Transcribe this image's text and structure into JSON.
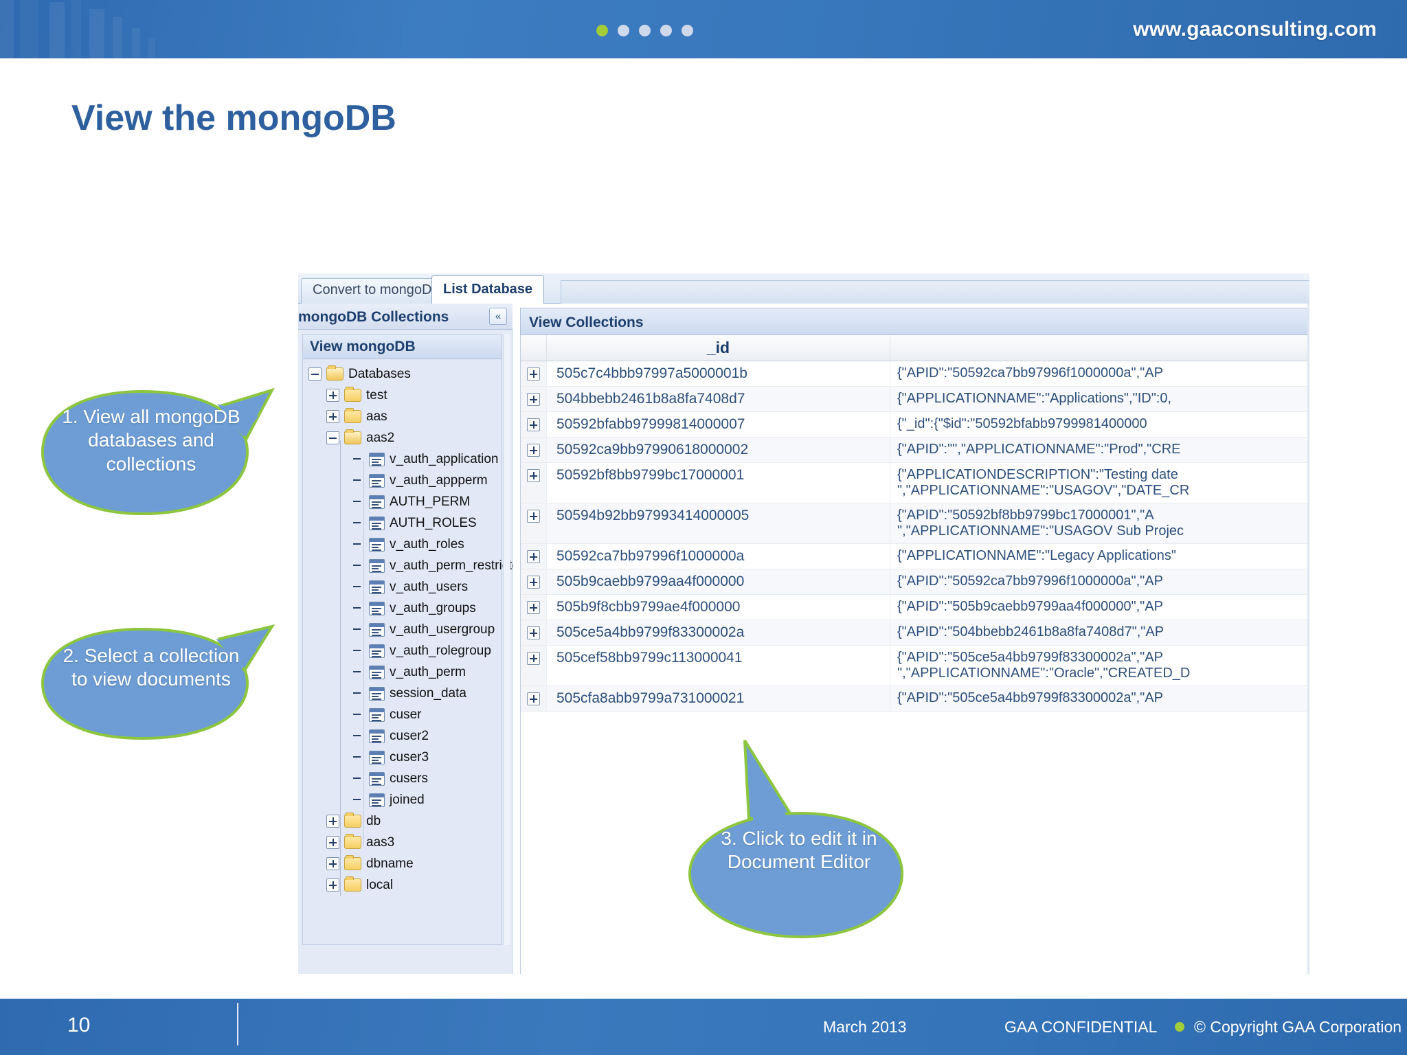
{
  "header": {
    "site_url": "www.gaaconsulting.com",
    "dots": [
      "active",
      "idle",
      "idle",
      "idle",
      "idle"
    ],
    "accent_green": "#a3cc39",
    "banner_blue": "#3877bb"
  },
  "slide": {
    "title": "View the mongoDB",
    "title_color": "#2e5f9e"
  },
  "app": {
    "tabs": [
      {
        "label": "Convert to mongoDB",
        "active": false
      },
      {
        "label": "List Database",
        "active": true
      }
    ],
    "left_panel": {
      "header": "mongoDB Collections",
      "collapse_icon": "chevron-double-left-icon",
      "tree_title": "View mongoDB",
      "tree": [
        {
          "label": "Databases",
          "level": 0,
          "type": "folder-open",
          "toggle": "minus"
        },
        {
          "label": "test",
          "level": 1,
          "type": "folder",
          "toggle": "plus"
        },
        {
          "label": "aas",
          "level": 1,
          "type": "folder",
          "toggle": "plus"
        },
        {
          "label": "aas2",
          "level": 1,
          "type": "folder-open",
          "toggle": "minus"
        },
        {
          "label": "v_auth_application",
          "level": 2,
          "type": "doc",
          "toggle": "none"
        },
        {
          "label": "v_auth_appperm",
          "level": 2,
          "type": "doc",
          "toggle": "none"
        },
        {
          "label": "AUTH_PERM",
          "level": 2,
          "type": "doc",
          "toggle": "none"
        },
        {
          "label": "AUTH_ROLES",
          "level": 2,
          "type": "doc",
          "toggle": "none"
        },
        {
          "label": "v_auth_roles",
          "level": 2,
          "type": "doc",
          "toggle": "none"
        },
        {
          "label": "v_auth_perm_restricted",
          "level": 2,
          "type": "doc",
          "toggle": "none"
        },
        {
          "label": "v_auth_users",
          "level": 2,
          "type": "doc",
          "toggle": "none"
        },
        {
          "label": "v_auth_groups",
          "level": 2,
          "type": "doc",
          "toggle": "none"
        },
        {
          "label": "v_auth_usergroup",
          "level": 2,
          "type": "doc",
          "toggle": "none"
        },
        {
          "label": "v_auth_rolegroup",
          "level": 2,
          "type": "doc",
          "toggle": "none"
        },
        {
          "label": "v_auth_perm",
          "level": 2,
          "type": "doc",
          "toggle": "none"
        },
        {
          "label": "session_data",
          "level": 2,
          "type": "doc",
          "toggle": "none"
        },
        {
          "label": "cuser",
          "level": 2,
          "type": "doc",
          "toggle": "none"
        },
        {
          "label": "cuser2",
          "level": 2,
          "type": "doc",
          "toggle": "none"
        },
        {
          "label": "cuser3",
          "level": 2,
          "type": "doc",
          "toggle": "none"
        },
        {
          "label": "cusers",
          "level": 2,
          "type": "doc",
          "toggle": "none"
        },
        {
          "label": "joined",
          "level": 2,
          "type": "doc",
          "toggle": "none"
        },
        {
          "label": "db",
          "level": 1,
          "type": "folder",
          "toggle": "plus"
        },
        {
          "label": "aas3",
          "level": 1,
          "type": "folder",
          "toggle": "plus"
        },
        {
          "label": "dbname",
          "level": 1,
          "type": "folder",
          "toggle": "plus"
        },
        {
          "label": "local",
          "level": 1,
          "type": "folder",
          "toggle": "plus"
        }
      ]
    },
    "right_panel": {
      "header": "View Collections",
      "columns": [
        "",
        "_id",
        ""
      ],
      "rows": [
        {
          "id": "505c7c4bbb97997a5000001b",
          "json": [
            "{\"APID\":\"50592ca7bb97996f1000000a\",\"AP"
          ]
        },
        {
          "id": "504bbebb2461b8a8fa7408d7",
          "json": [
            "{\"APPLICATIONNAME\":\"Applications\",\"ID\":0,"
          ]
        },
        {
          "id": "50592bfabb97999814000007",
          "json": [
            "{\"_id\":{\"$id\":\"50592bfabb9799981400000"
          ]
        },
        {
          "id": "50592ca9bb97990618000002",
          "json": [
            "{\"APID\":\"\",\"APPLICATIONNAME\":\"Prod\",\"CRE"
          ]
        },
        {
          "id": "50592bf8bb9799bc17000001",
          "json": [
            "{\"APPLICATIONDESCRIPTION\":\"Testing date",
            "\",\"APPLICATIONNAME\":\"USAGOV\",\"DATE_CR"
          ]
        },
        {
          "id": "50594b92bb97993414000005",
          "json": [
            "{\"APID\":\"50592bf8bb9799bc17000001\",\"A",
            "\",\"APPLICATIONNAME\":\"USAGOV Sub Projec"
          ]
        },
        {
          "id": "50592ca7bb97996f1000000a",
          "json": [
            "{\"APPLICATIONNAME\":\"Legacy Applications\""
          ]
        },
        {
          "id": "505b9caebb9799aa4f000000",
          "json": [
            "{\"APID\":\"50592ca7bb97996f1000000a\",\"AP"
          ]
        },
        {
          "id": "505b9f8cbb9799ae4f000000",
          "json": [
            "{\"APID\":\"505b9caebb9799aa4f000000\",\"AP"
          ]
        },
        {
          "id": "505ce5a4bb9799f83300002a",
          "json": [
            "{\"APID\":\"504bbebb2461b8a8fa7408d7\",\"AP"
          ]
        },
        {
          "id": "505cef58bb9799c113000041",
          "json": [
            "{\"APID\":\"505ce5a4bb9799f83300002a\",\"AP",
            "\",\"APPLICATIONNAME\":\"Oracle\",\"CREATED_D"
          ]
        },
        {
          "id": "505cfa8abb9799a731000021",
          "json": [
            "{\"APID\":\"505ce5a4bb9799f83300002a\",\"AP"
          ]
        }
      ]
    }
  },
  "callouts": [
    {
      "id": 1,
      "text": "1. View all mongoDB databases and collections"
    },
    {
      "id": 2,
      "text": "2. Select a collection to view documents"
    },
    {
      "id": 3,
      "text": "3. Click  to edit it in Document Editor"
    }
  ],
  "callout_style": {
    "fill": "#6d9dd4",
    "stroke": "#8cc63f"
  },
  "footer": {
    "page_number": "10",
    "date": "March 2013",
    "confidential": "GAA CONFIDENTIAL",
    "copyright": "© Copyright GAA Corporation"
  }
}
